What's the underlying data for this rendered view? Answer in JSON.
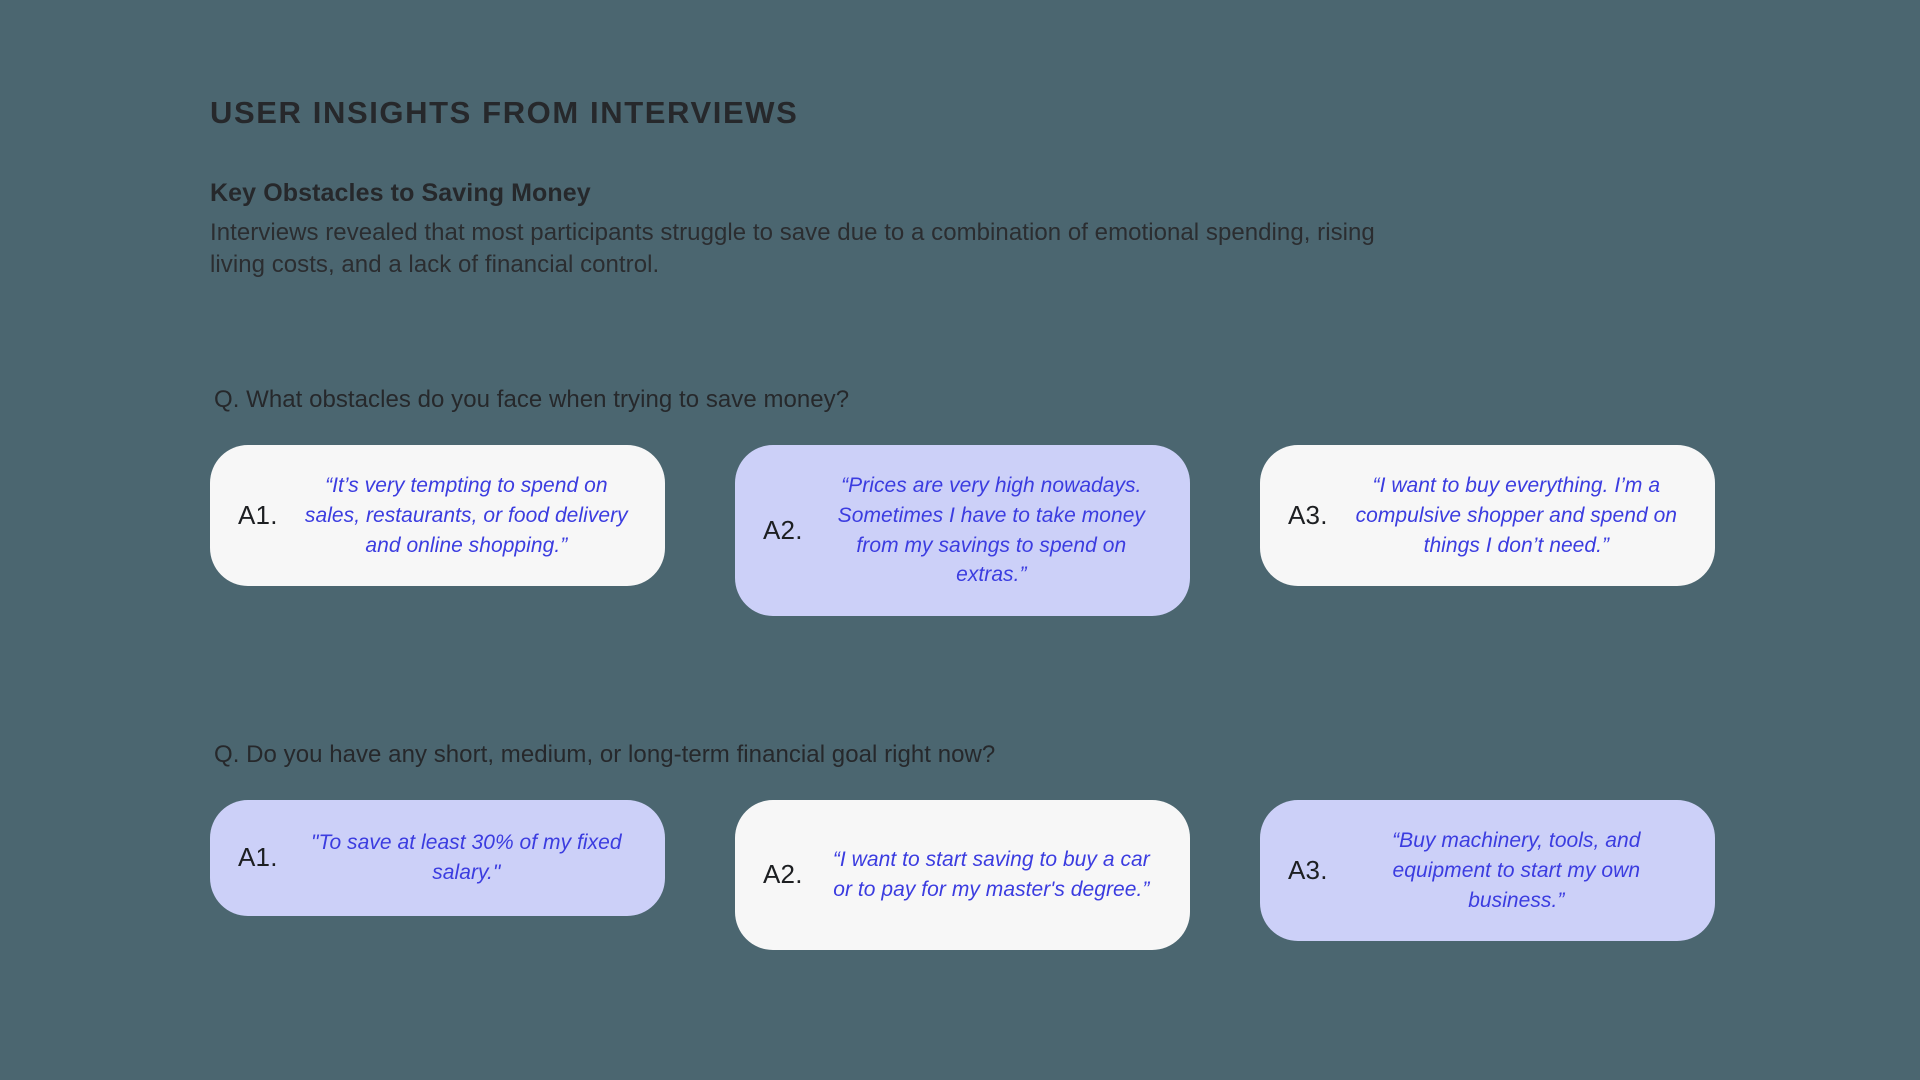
{
  "header": {
    "title": "USER INSIGHTS FROM INTERVIEWS",
    "subtitle": "Key Obstacles to Saving Money",
    "lede": "Interviews revealed that most participants struggle to save due to a combination of emotional spending, rising living costs, and a lack of financial control."
  },
  "colors": {
    "background": "#4b6670",
    "card_light": "#f7f7f7",
    "card_lavender": "#ccd0f8",
    "quote_text": "#3b3ce0",
    "heading_text": "#26282b"
  },
  "sections": [
    {
      "question": "Q. What obstacles do you face when trying to save money?",
      "answers": [
        {
          "label": "A1.",
          "quote": "“It’s very tempting to spend on sales, restaurants, or food delivery and online shopping.”",
          "variant": "light"
        },
        {
          "label": "A2.",
          "quote": "“Prices are very high nowadays. Sometimes I have to take money from my savings to spend on extras.”",
          "variant": "lavender"
        },
        {
          "label": "A3.",
          "quote": "“I want to buy everything. I’m a compulsive shopper and spend on things I don’t need.”",
          "variant": "light"
        }
      ]
    },
    {
      "question": "Q. Do you have any short, medium, or long-term financial goal right now?",
      "answers": [
        {
          "label": "A1.",
          "quote": "\"To save at least 30% of my fixed salary.\"",
          "variant": "lavender"
        },
        {
          "label": "A2.",
          "quote": "“I want to start saving to buy a car or to pay for my master's degree.”",
          "variant": "light"
        },
        {
          "label": "A3.",
          "quote": "“Buy machinery, tools, and equipment to start my own business.”",
          "variant": "lavender"
        }
      ]
    }
  ]
}
